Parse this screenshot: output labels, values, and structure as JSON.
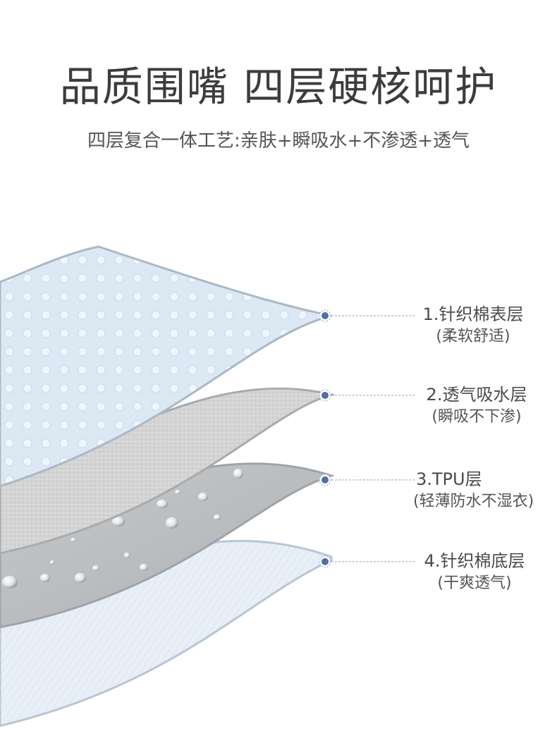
{
  "heading": {
    "title": "品质围嘴 四层硬核呵护",
    "subtitle": "四层复合一体工艺:亲肤+瞬吸水+不渗透+透气"
  },
  "layers": [
    {
      "name": "1.针织棉表层",
      "note": "(柔软舒适)"
    },
    {
      "name": "2.透气吸水层",
      "note": "(瞬吸不下渗)"
    },
    {
      "name": "3.TPU层",
      "note": "(轻薄防水不湿衣)"
    },
    {
      "name": "4.针织棉底层",
      "note": "(干爽透气)"
    }
  ],
  "colors": {
    "marker": "#4f6fa5",
    "leader_line": "#8fa5c6",
    "layer1": "#dfeaf5",
    "layer2": "#d6d6d6",
    "layer3": "#b9bcbf",
    "layer4": "#e6eef6"
  }
}
